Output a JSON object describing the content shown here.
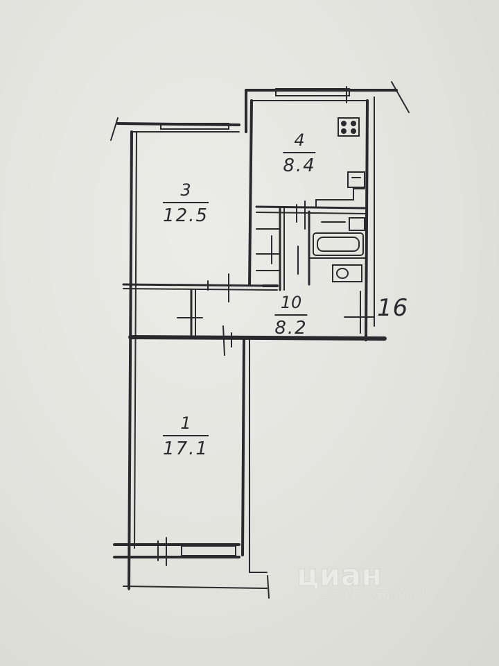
{
  "rooms": [
    {
      "id": "room-1",
      "number": "1",
      "area": "17.1"
    },
    {
      "id": "room-3",
      "number": "3",
      "area": "12.5"
    },
    {
      "id": "room-4",
      "number": "4",
      "area": "8.4"
    },
    {
      "id": "room-10",
      "number": "10",
      "area": "8.2"
    }
  ],
  "side_label": "16",
  "watermark": {
    "logo": "циан",
    "phone": "+7 495 156-00-08"
  },
  "colors": {
    "ink": "#2a2a2e",
    "paper": "#e4e4df"
  }
}
